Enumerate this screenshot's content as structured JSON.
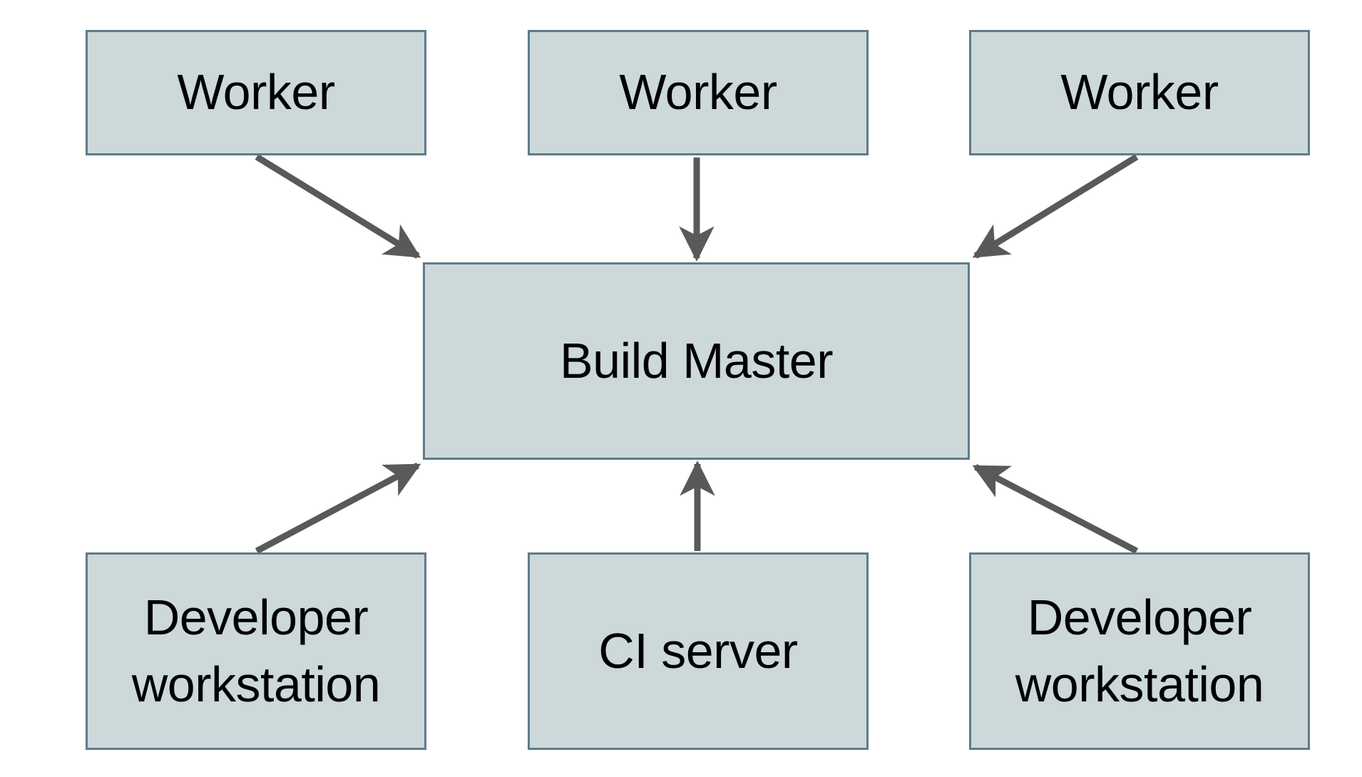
{
  "diagram": {
    "type": "architecture-flow",
    "colors": {
      "background": "#ffffff",
      "node_fill": "#ccd8da",
      "node_border": "#5f7b89",
      "arrow": "#595959",
      "text": "#000000"
    },
    "nodes": [
      {
        "id": "worker-1",
        "label": "Worker"
      },
      {
        "id": "worker-2",
        "label": "Worker"
      },
      {
        "id": "worker-3",
        "label": "Worker"
      },
      {
        "id": "build-master",
        "label": "Build Master"
      },
      {
        "id": "developer-workstation-left",
        "label": "Developer workstation"
      },
      {
        "id": "ci-server",
        "label": "CI server"
      },
      {
        "id": "developer-workstation-right",
        "label": "Developer workstation"
      }
    ],
    "edges": [
      {
        "from": "worker-1",
        "to": "build-master",
        "direction": "down-right"
      },
      {
        "from": "worker-2",
        "to": "build-master",
        "direction": "down"
      },
      {
        "from": "worker-3",
        "to": "build-master",
        "direction": "down-left"
      },
      {
        "from": "developer-workstation-left",
        "to": "build-master",
        "direction": "up-right"
      },
      {
        "from": "ci-server",
        "to": "build-master",
        "direction": "up"
      },
      {
        "from": "developer-workstation-right",
        "to": "build-master",
        "direction": "up-left"
      }
    ]
  }
}
